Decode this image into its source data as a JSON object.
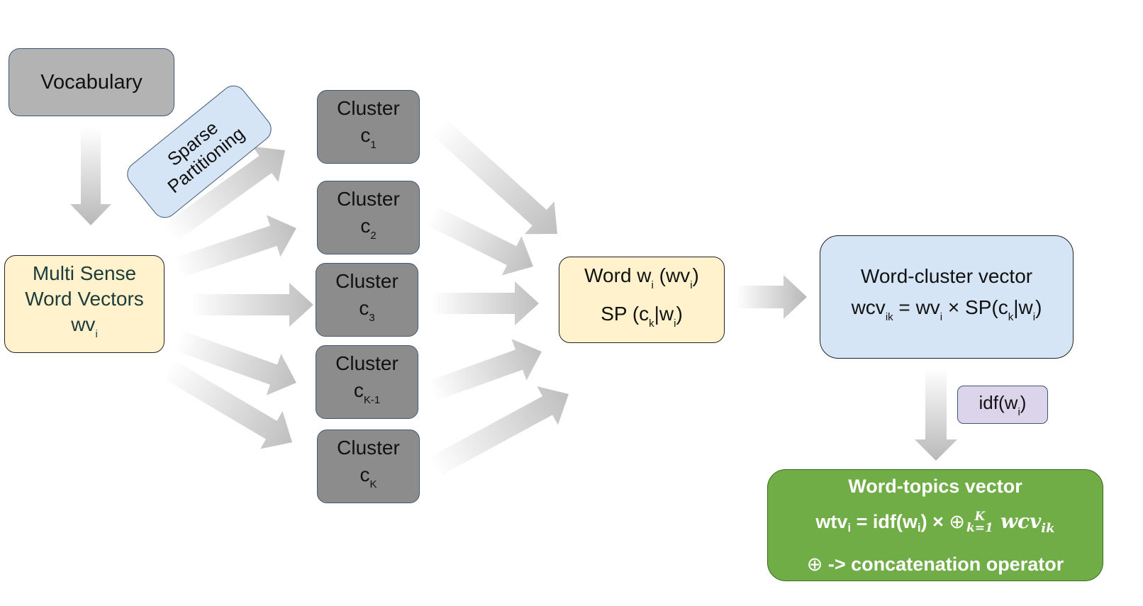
{
  "colors": {
    "vocab_fill": "#b3b3b3",
    "cluster_fill": "#8c8c8c",
    "yellow_fill": "#fff2cc",
    "blue_fill": "#d6e5f5",
    "idf_fill": "#dcd4ea",
    "green_fill": "#70ad47",
    "arrow_gray": "#bfbfbf"
  },
  "vocabulary": {
    "label": "Vocabulary"
  },
  "sparse_partitioning": {
    "line1": "Sparse",
    "line2": "Partitioning"
  },
  "multi_sense": {
    "line1": "Multi Sense",
    "line2": "Word Vectors",
    "line3_main": "wv",
    "line3_sub": "i"
  },
  "clusters": [
    {
      "label": "Cluster",
      "symbol": "c",
      "sub": "1"
    },
    {
      "label": "Cluster",
      "symbol": "c",
      "sub": "2"
    },
    {
      "label": "Cluster",
      "symbol": "c",
      "sub": "3"
    },
    {
      "label": "Cluster",
      "symbol": "c",
      "sub": "K-1"
    },
    {
      "label": "Cluster",
      "symbol": "c",
      "sub": "K"
    }
  ],
  "word_box": {
    "l1_a": "Word w",
    "l1_sub1": "i",
    "l1_b": " (wv",
    "l1_sub2": "i",
    "l1_c": ")",
    "l2_a": "SP (c",
    "l2_sub1": "k",
    "l2_b": "|w",
    "l2_sub2": "i",
    "l2_c": ")"
  },
  "wcv_box": {
    "title": "Word-cluster vector",
    "f_a": "wcv",
    "f_sub1": "ik",
    "f_b": " = wv",
    "f_sub2": "i",
    "f_c": " × SP(c",
    "f_sub3": "k",
    "f_d": "|w",
    "f_sub4": "i",
    "f_e": ")"
  },
  "idf_box": {
    "a": "idf(w",
    "sub": "i",
    "b": ")"
  },
  "wtv_box": {
    "title": "Word-topics vector",
    "f_a": "wtv",
    "f_sub1": "i",
    "f_b": " = idf(w",
    "f_sub2": "i",
    "f_c": ") × ",
    "oplus": "⊕",
    "sup": "K",
    "lower": "k=1",
    "var": "wcv",
    "var_sub": "ik",
    "note_symbol": "⊕",
    "note_text": " -> concatenation operator"
  }
}
